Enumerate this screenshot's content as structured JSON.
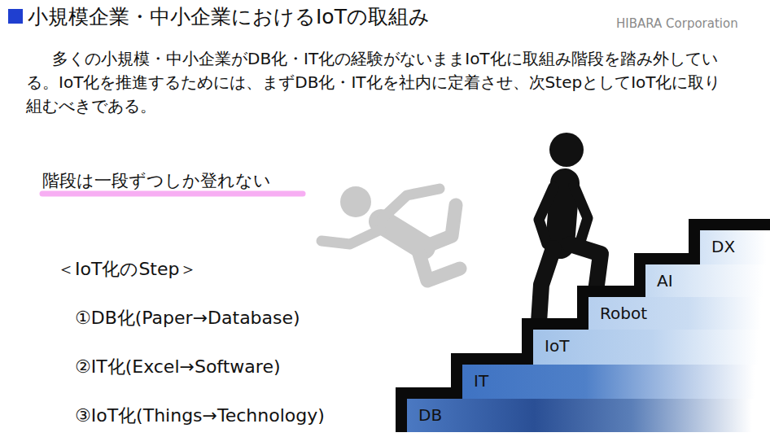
{
  "diagram": {
    "title": "小規模企業・中小企業におけるIoTの取組み",
    "nodes": [
      {
        "text": [
          "DB"
        ]
      },
      {
        "text": [
          "IT"
        ]
      },
      {
        "text": [
          "IoT"
        ]
      },
      {
        "text": [
          "Robot"
        ]
      },
      {
        "text": [
          "AI"
        ]
      },
      {
        "text": [
          "DX"
        ]
      }
    ],
    "labels": [
      "HIBARA Corporation",
      "多くの小規模・中小企業がDB化・IT化の経験がないままIoT化に取組み階段を踏み外している。IoT化を推進するためには、まずDB化・IT化を社内に定着させ、次StepとしてIoT化に取り組むべきである。",
      "階段は一段ずつしか登れない",
      "＜IoT化のStep＞",
      "①DB化(Paper→Database)",
      "②IT化(Excel→Software)",
      "③IoT化(Things→Technology)"
    ]
  }
}
